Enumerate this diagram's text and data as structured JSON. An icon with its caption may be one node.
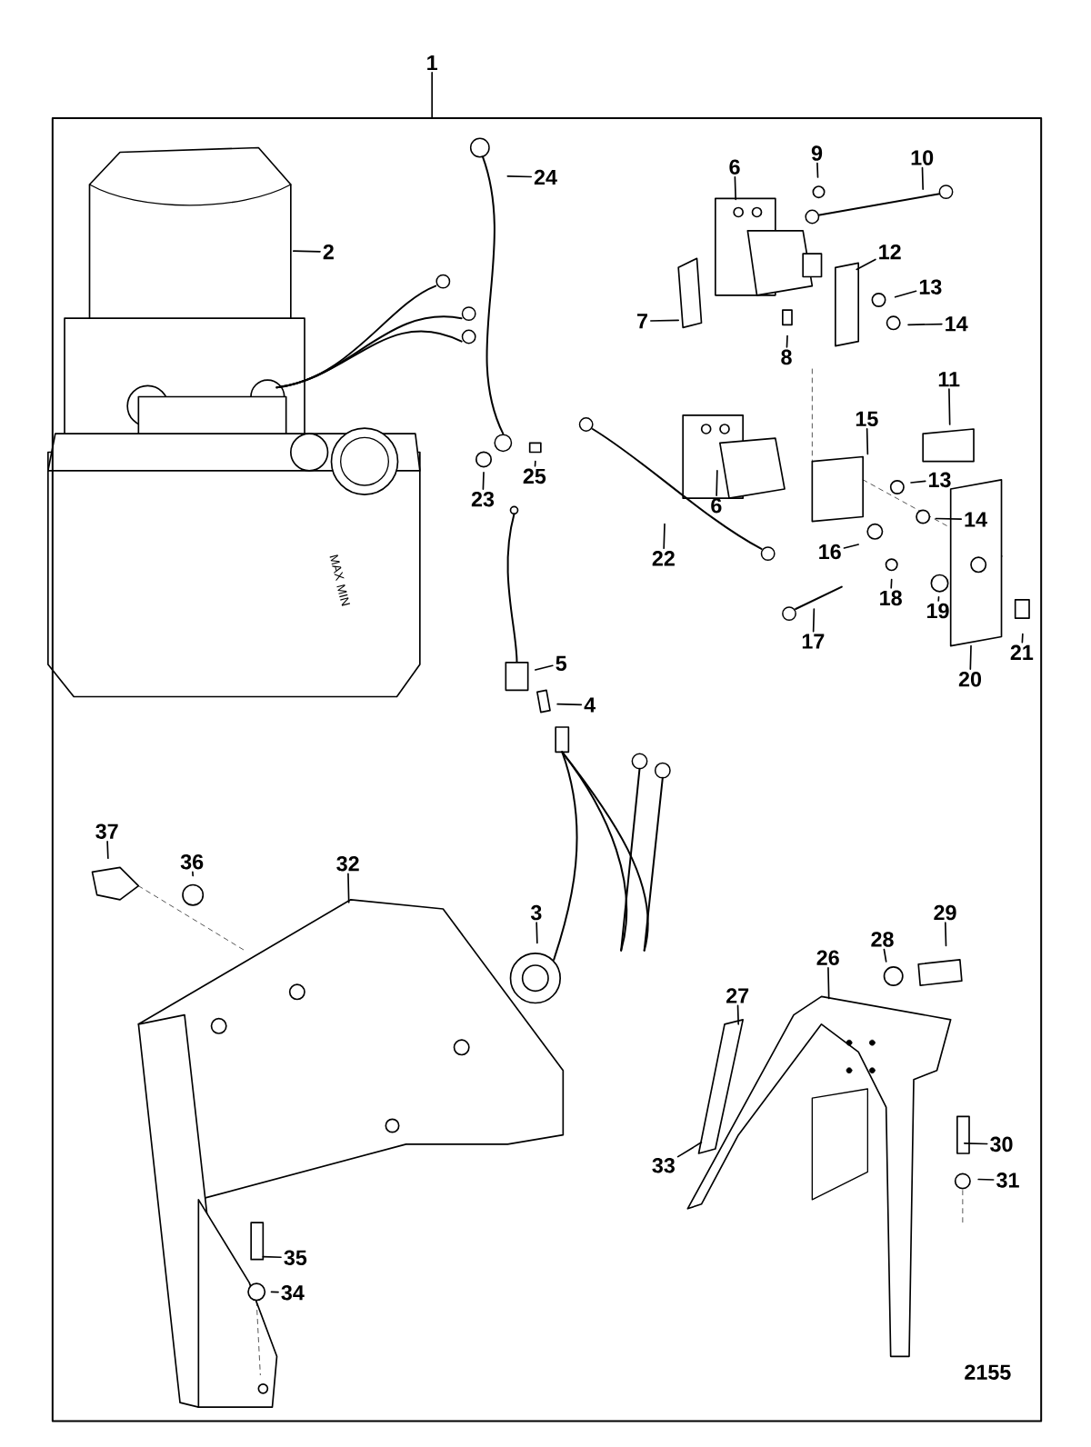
{
  "diagram": {
    "nodes": [
      {
        "text": [],
        "shape": "box"
      },
      {
        "text": [
          "1"
        ]
      },
      {
        "text": [
          "2"
        ],
        "in": 0
      },
      {
        "text": [
          "24"
        ],
        "in": 0
      },
      {
        "text": [
          "6"
        ],
        "in": 0
      },
      {
        "text": [
          "9"
        ],
        "in": 0
      },
      {
        "text": [
          "10"
        ],
        "in": 0
      },
      {
        "text": [
          "12"
        ],
        "in": 0
      },
      {
        "text": [
          "7"
        ],
        "in": 0
      },
      {
        "text": [
          "13"
        ],
        "in": 0
      },
      {
        "text": [
          "8"
        ],
        "in": 0
      },
      {
        "text": [
          "14"
        ],
        "in": 0
      },
      {
        "text": [
          "11"
        ],
        "in": 0
      },
      {
        "text": [
          "15"
        ],
        "in": 0
      },
      {
        "text": [
          "23"
        ],
        "in": 0
      },
      {
        "text": [
          "25"
        ],
        "in": 0
      },
      {
        "text": [
          "6"
        ],
        "in": 0
      },
      {
        "text": [
          "13"
        ],
        "in": 0
      },
      {
        "text": [
          "14"
        ],
        "in": 0
      },
      {
        "text": [
          "16"
        ],
        "in": 0
      },
      {
        "text": [
          "22"
        ],
        "in": 0
      },
      {
        "text": [
          "18"
        ],
        "in": 0
      },
      {
        "text": [
          "19"
        ],
        "in": 0
      },
      {
        "text": [
          "17"
        ],
        "in": 0
      },
      {
        "text": [
          "21"
        ],
        "in": 0
      },
      {
        "text": [
          "20"
        ],
        "in": 0
      },
      {
        "text": [
          "5"
        ],
        "in": 0
      },
      {
        "text": [
          "4"
        ],
        "in": 0
      },
      {
        "text": [
          "37"
        ],
        "in": 0
      },
      {
        "text": [
          "36"
        ],
        "in": 0
      },
      {
        "text": [
          "32"
        ],
        "in": 0
      },
      {
        "text": [
          "3"
        ],
        "in": 0
      },
      {
        "text": [
          "29"
        ],
        "in": 0
      },
      {
        "text": [
          "28"
        ],
        "in": 0
      },
      {
        "text": [
          "26"
        ],
        "in": 0
      },
      {
        "text": [
          "27"
        ],
        "in": 0
      },
      {
        "text": [
          "30"
        ],
        "in": 0
      },
      {
        "text": [
          "33"
        ],
        "in": 0
      },
      {
        "text": [
          "31"
        ],
        "in": 0
      },
      {
        "text": [
          "35"
        ],
        "in": 0
      },
      {
        "text": [
          "34"
        ],
        "in": 0
      }
    ],
    "edges": [
      {
        "from": 1,
        "to": 0,
        "arrow": "none"
      },
      {
        "from": 2,
        "to": null,
        "arrow": "none"
      },
      {
        "from": 3,
        "to": null,
        "arrow": "none"
      },
      {
        "from": 4,
        "to": null,
        "arrow": "none"
      },
      {
        "from": 5,
        "to": null,
        "arrow": "none"
      },
      {
        "from": 6,
        "to": null,
        "arrow": "none"
      },
      {
        "from": 7,
        "to": null,
        "arrow": "none"
      },
      {
        "from": 8,
        "to": null,
        "arrow": "none"
      },
      {
        "from": 9,
        "to": null,
        "arrow": "none"
      },
      {
        "from": 10,
        "to": null,
        "arrow": "none"
      },
      {
        "from": 11,
        "to": null,
        "arrow": "none"
      },
      {
        "from": 12,
        "to": null,
        "arrow": "none"
      },
      {
        "from": 13,
        "to": null,
        "arrow": "none"
      },
      {
        "from": 14,
        "to": null,
        "arrow": "none"
      },
      {
        "from": 15,
        "to": null,
        "arrow": "none"
      },
      {
        "from": 16,
        "to": null,
        "arrow": "none"
      },
      {
        "from": 17,
        "to": null,
        "arrow": "none"
      },
      {
        "from": 18,
        "to": null,
        "arrow": "none"
      },
      {
        "from": 19,
        "to": null,
        "arrow": "none"
      },
      {
        "from": 20,
        "to": null,
        "arrow": "none"
      },
      {
        "from": 21,
        "to": null,
        "arrow": "none"
      },
      {
        "from": 22,
        "to": null,
        "arrow": "none"
      },
      {
        "from": 23,
        "to": null,
        "arrow": "none"
      },
      {
        "from": 24,
        "to": null,
        "arrow": "none"
      },
      {
        "from": 25,
        "to": null,
        "arrow": "none"
      },
      {
        "from": 26,
        "to": null,
        "arrow": "none"
      },
      {
        "from": 27,
        "to": null,
        "arrow": "none"
      },
      {
        "from": 28,
        "to": null,
        "arrow": "none"
      },
      {
        "from": 29,
        "to": null,
        "arrow": "none"
      },
      {
        "from": 30,
        "to": null,
        "arrow": "none"
      },
      {
        "from": 31,
        "to": null,
        "arrow": "none"
      },
      {
        "from": 32,
        "to": null,
        "arrow": "none"
      },
      {
        "from": 33,
        "to": null,
        "arrow": "none"
      },
      {
        "from": 34,
        "to": null,
        "arrow": "none"
      },
      {
        "from": 35,
        "to": null,
        "arrow": "none"
      },
      {
        "from": 36,
        "to": null,
        "arrow": "none"
      },
      {
        "from": 37,
        "to": null,
        "arrow": "none"
      },
      {
        "from": 38,
        "to": null,
        "arrow": "none"
      },
      {
        "from": 39,
        "to": null,
        "arrow": "none"
      },
      {
        "from": 40,
        "to": null,
        "arrow": "none"
      }
    ],
    "labels": [
      "MAX",
      "MIN",
      "2155"
    ]
  }
}
